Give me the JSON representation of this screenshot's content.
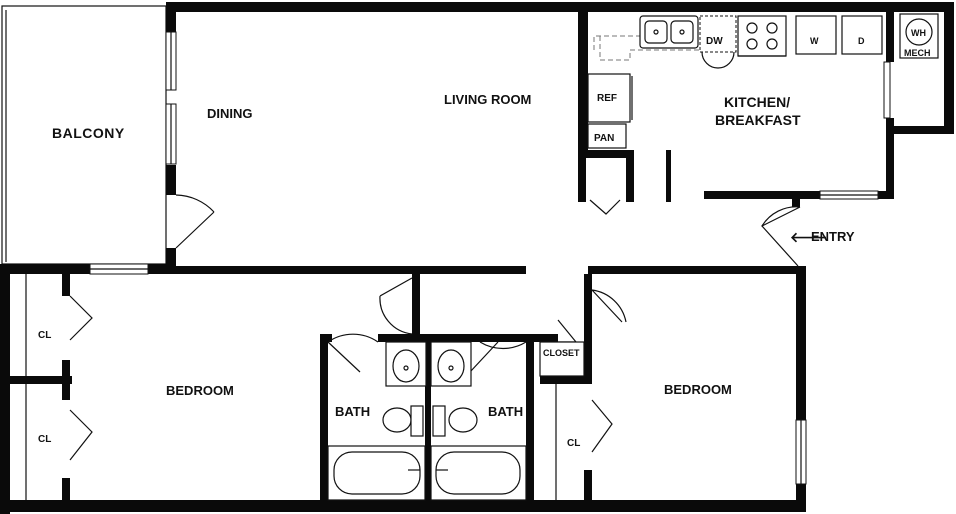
{
  "rooms": {
    "balcony": "BALCONY",
    "dining": "DINING",
    "living_room": "LIVING ROOM",
    "kitchen_line1": "KITCHEN/",
    "kitchen_line2": "BREAKFAST",
    "bedroom_left": "BEDROOM",
    "bedroom_right": "BEDROOM",
    "bath_left": "BATH",
    "bath_right": "BATH"
  },
  "fixtures": {
    "dishwasher": "DW",
    "refrigerator": "REF",
    "pantry": "PAN",
    "washer": "W",
    "dryer": "D",
    "water_heater": "WH",
    "mechanical": "MECH",
    "closet": "CLOSET",
    "closet_abbr_1": "CL",
    "closet_abbr_2": "CL",
    "closet_abbr_3": "CL"
  },
  "entry": {
    "arrow": "🡐",
    "label": "ENTRY"
  }
}
